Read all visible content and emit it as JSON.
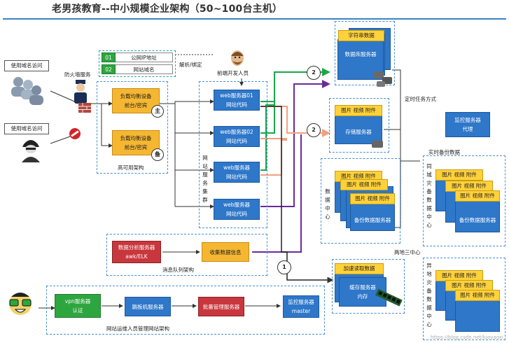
{
  "title": "老男孩教育--中小规模企业架构（50~100台主机）",
  "users": {
    "domain_user_top": "使用域名访问",
    "domain_user_bottom": "使用域名访问",
    "firewall": "防火墙服务"
  },
  "ip_table": {
    "rows": [
      {
        "num": "01",
        "text": "公网IP地址"
      },
      {
        "num": "02",
        "text": "网站域名"
      }
    ],
    "resolve_label": "解析/绑定"
  },
  "frontend_dev": "前端开发人员",
  "load_balancers": {
    "primary": {
      "line1": "负载均衡设备",
      "line2": "前台/密宾",
      "tag": "主"
    },
    "backup": {
      "line1": "负载均衡设备",
      "line2": "前台/密宾",
      "tag": "备"
    },
    "group_label": "高可用架构"
  },
  "web_servers": [
    {
      "line1": "web服务器01",
      "line2": "网站代码"
    },
    {
      "line1": "web服务器02",
      "line2": "网站代码"
    },
    {
      "line1": "web服务器",
      "line2": "网站代码"
    },
    {
      "line1": "web服务器",
      "line2": "网站代码"
    }
  ],
  "web_cluster_label": "网站服务集群",
  "numbers": {
    "db_flow": "2",
    "storage_flow": "2",
    "log_flow": "1"
  },
  "database": {
    "header": "字符串数据",
    "main": "数据库服务器"
  },
  "scheduled_label": "定时任务方式",
  "storage": {
    "header": "图片 视频 附件",
    "main": "存储服务器"
  },
  "monitor_proxy": {
    "line1": "监控服务器",
    "line2": "代理"
  },
  "realtime_backup_label": "实时备份数据",
  "datacenter": {
    "vertical_label": "数据中心",
    "header": "图片 视频 附件",
    "main": "备份数据服务器"
  },
  "city_dr": {
    "vertical_label": "同城灾备数据中心",
    "header": "图片 视频 附件",
    "main": "备份数据服务器"
  },
  "three_centers_label": "两地三中心",
  "offsite_dr": {
    "vertical_label": "异地灾备数据中心",
    "header": "图片 视频 附件"
  },
  "message_queue": {
    "analysis_line1": "数据分析服务器",
    "analysis_line2": "awk/ELK",
    "collect": "收集数据信息",
    "group_label": "消息队列架构"
  },
  "cache": {
    "header": "加速读取数据",
    "line1": "缓存服务器",
    "line2": "内存"
  },
  "ops": {
    "vpn_line1": "vpn服务器",
    "vpn_line2": "认证",
    "jump": "跳板机服务器",
    "batch": "批量管理服务器",
    "monitor_line1": "监控服务器",
    "monitor_line2": "master",
    "group_label": "网站运维人员管理网站架构"
  },
  "watermark": "https://blog.csdn.net/luoyaoxi",
  "colors": {
    "blue": "#2e77c9",
    "orange": "#f5b731",
    "green_line": "#1aa64a",
    "purple_line": "#6a2b9a",
    "salmon_line": "#f0a080",
    "red": "#c8373d"
  }
}
